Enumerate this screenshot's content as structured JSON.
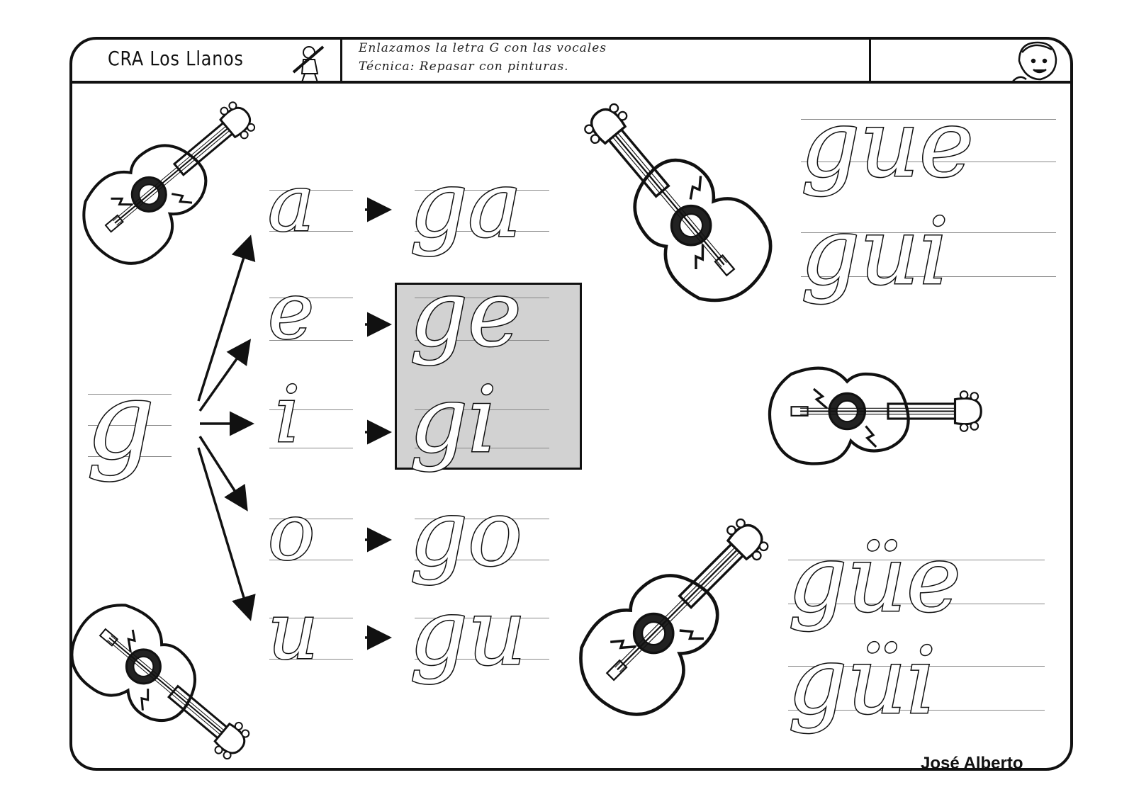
{
  "header": {
    "school": "CRA Los Llanos",
    "title_line1": "Enlazamos la letra G con las vocales",
    "title_line2": "Técnica: Repasar con pinturas."
  },
  "main": {
    "consonant": "g",
    "vowels": [
      "a",
      "e",
      "i",
      "o",
      "u"
    ],
    "syllables": [
      "ga",
      "ge",
      "gi",
      "go",
      "gu"
    ],
    "highlighted": [
      "ge",
      "gi"
    ]
  },
  "right": {
    "group1": [
      "gue",
      "gui"
    ],
    "group2": [
      "güe",
      "güi"
    ]
  },
  "footer": {
    "author": "José Alberto"
  },
  "icons": [
    "guitar-icon",
    "pencil-boy-icon",
    "child-face-icon",
    "arrow-icon"
  ]
}
